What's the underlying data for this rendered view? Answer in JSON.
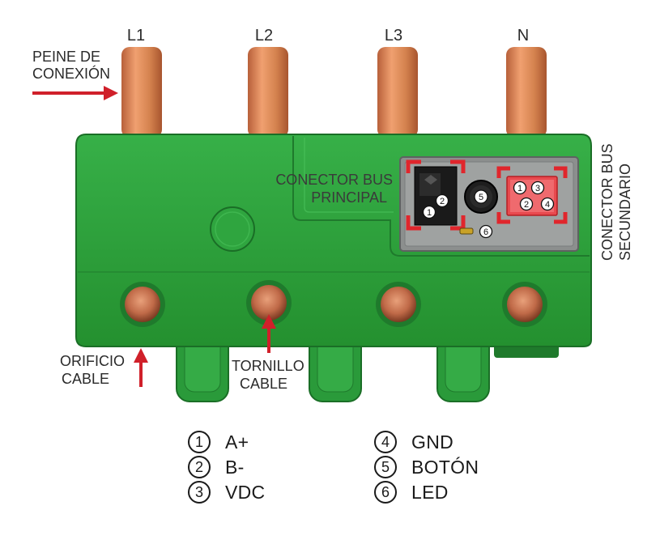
{
  "phases": [
    "L1",
    "L2",
    "L3",
    "N"
  ],
  "labels": {
    "comb_line1": "PEINE DE",
    "comb_line2": "CONEXIÓN",
    "bus_main_line1": "CONECTOR BUS",
    "bus_main_line2": "PRINCIPAL",
    "bus_secondary_line1": "CONECTOR BUS",
    "bus_secondary_line2": "SECUNDARIO",
    "hole_line1": "ORIFICIO",
    "hole_line2": "CABLE",
    "screw_line1": "TORNILLO",
    "screw_line2": "CABLE"
  },
  "markers": {
    "main_pin_1": "1",
    "main_pin_2": "2",
    "button": "5",
    "led": "6",
    "sec_pin_1": "1",
    "sec_pin_2": "2",
    "sec_pin_3": "3",
    "sec_pin_4": "4"
  },
  "legend": [
    {
      "num": "1",
      "text": "A+"
    },
    {
      "num": "2",
      "text": "B-"
    },
    {
      "num": "3",
      "text": "VDC"
    },
    {
      "num": "4",
      "text": "GND"
    },
    {
      "num": "5",
      "text": "BOTÓN"
    },
    {
      "num": "6",
      "text": "LED"
    }
  ],
  "colors": {
    "housing": "#2e9e3e",
    "housing_dark": "#1f7a2c",
    "copper": "#d4824e",
    "arrow": "#d0202a",
    "connector_red": "#e0262c"
  }
}
